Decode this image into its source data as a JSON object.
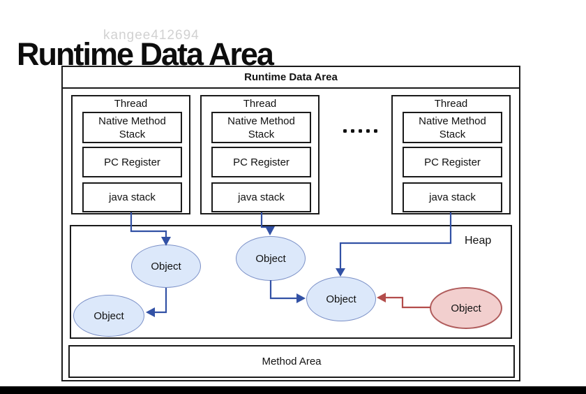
{
  "page": {
    "heading": "Runtime Data Area",
    "watermark": "kangee412694"
  },
  "diagram": {
    "title": "Runtime Data Area",
    "threads": [
      {
        "label": "Thread",
        "components": [
          "Native Method Stack",
          "PC Register",
          "java stack"
        ]
      },
      {
        "label": "Thread",
        "components": [
          "Native Method Stack",
          "PC Register",
          "java stack"
        ]
      },
      {
        "label": "Thread",
        "components": [
          "Native Method Stack",
          "PC Register",
          "java stack"
        ]
      }
    ],
    "heap": {
      "label": "Heap",
      "objects": [
        {
          "label": "Object",
          "variant": "blue"
        },
        {
          "label": "Object",
          "variant": "blue"
        },
        {
          "label": "Object",
          "variant": "blue"
        },
        {
          "label": "Object",
          "variant": "blue"
        },
        {
          "label": "Object",
          "variant": "red"
        }
      ]
    },
    "method_area_label": "Method Area",
    "colors": {
      "blue_object_fill": "#dce8fa",
      "blue_object_border": "#7b90c7",
      "red_object_fill": "#f2cfce",
      "red_object_border": "#b05c5c",
      "arrow_blue": "#3251a5",
      "arrow_red": "#b34d4b",
      "box_border": "#1a1a1a"
    }
  }
}
